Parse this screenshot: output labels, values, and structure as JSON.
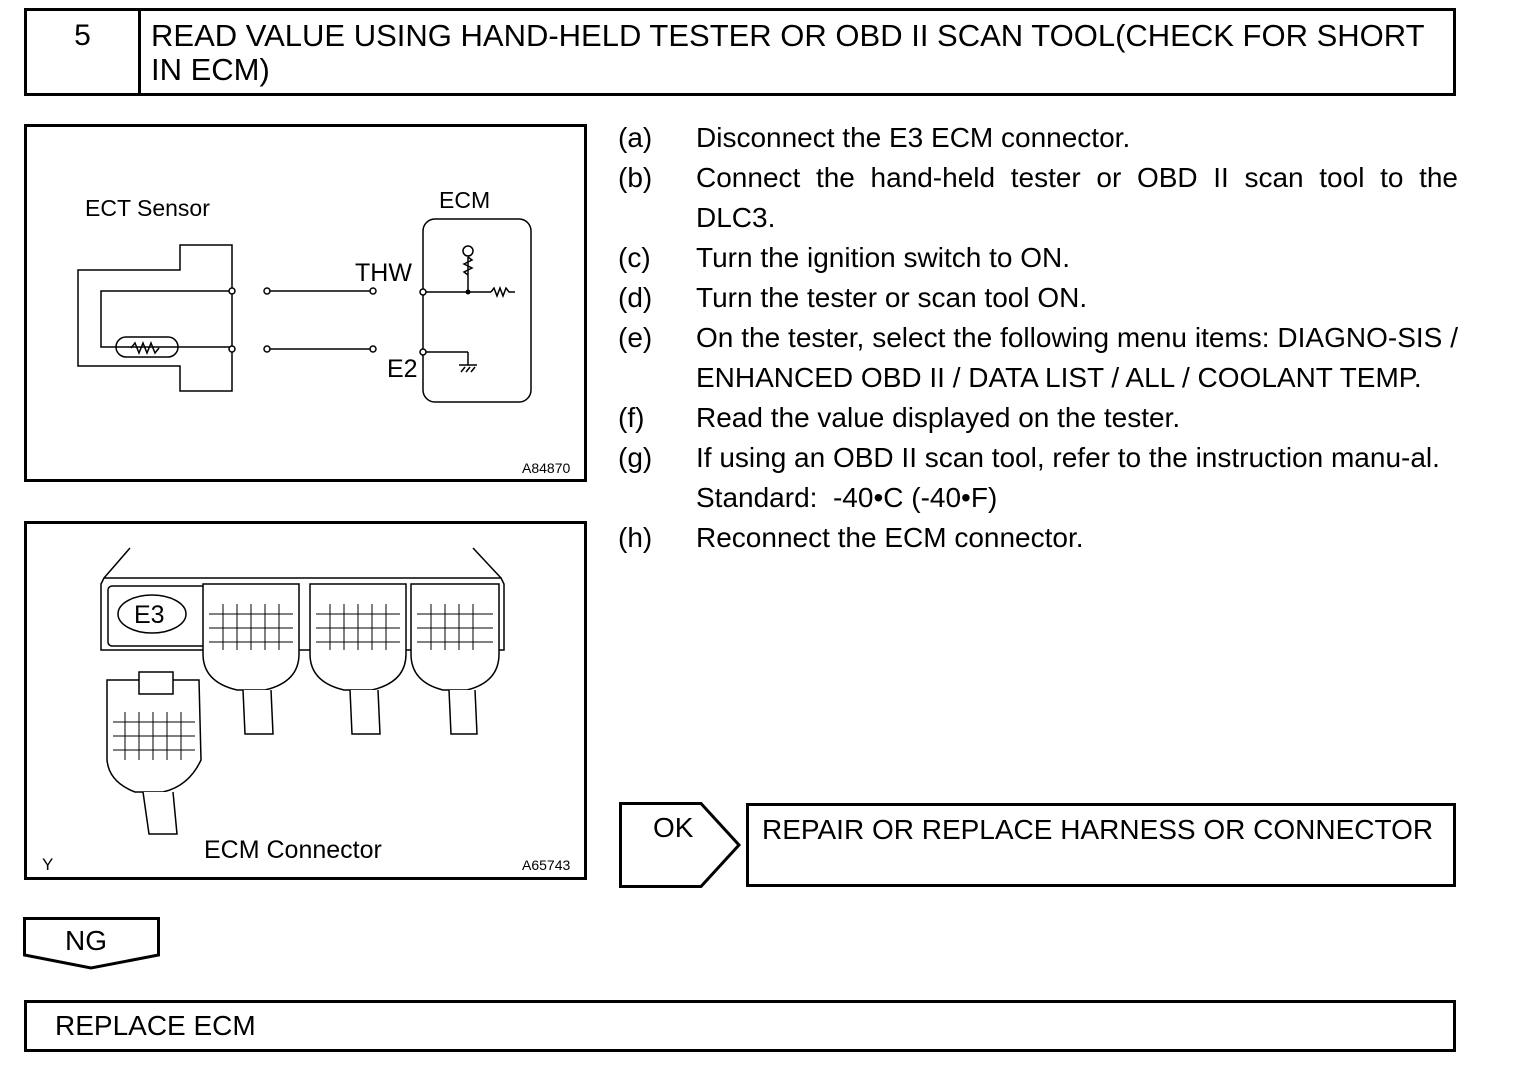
{
  "step": {
    "number": "5",
    "title": "READ VALUE USING HAND-HELD TESTER OR OBD II SCAN TOOL(CHECK FOR SHORT IN ECM)"
  },
  "figure_circuit": {
    "sensor_label": "ECT Sensor",
    "ecm_label": "ECM",
    "terminal_thw": "THW",
    "terminal_e2": "E2",
    "figure_id": "A84870"
  },
  "figure_connector": {
    "connector_code": "E3",
    "caption": "ECM Connector",
    "corner_mark": "Y",
    "figure_id": "A65743"
  },
  "instructions": [
    {
      "letter": "(a)",
      "text": "Disconnect the E3 ECM connector."
    },
    {
      "letter": "(b)",
      "text": "Connect the hand-held tester or OBD II scan tool to the DLC3."
    },
    {
      "letter": "(c)",
      "text": "Turn the ignition switch to ON."
    },
    {
      "letter": "(d)",
      "text": "Turn the tester or scan tool ON."
    },
    {
      "letter": "(e)",
      "text": "On the tester, select the following menu items: DIAGNO-SIS / ENHANCED OBD II / DATA LIST / ALL / COOLANT TEMP."
    },
    {
      "letter": "(f)",
      "text": "Read the value displayed on the tester."
    },
    {
      "letter": "(g)",
      "text": "If using an OBD II scan tool, refer to the instruction manu-al."
    }
  ],
  "standard": {
    "label": "Standard:",
    "value": "-40•C  (-40•F)"
  },
  "final_instruction": {
    "letter": "(h)",
    "text": "Reconnect the ECM connector."
  },
  "ok_branch": {
    "label": "OK",
    "result": "REPAIR OR REPLACE HARNESS OR CONNECTOR"
  },
  "ng_branch": {
    "label": "NG",
    "result": "REPLACE ECM"
  }
}
